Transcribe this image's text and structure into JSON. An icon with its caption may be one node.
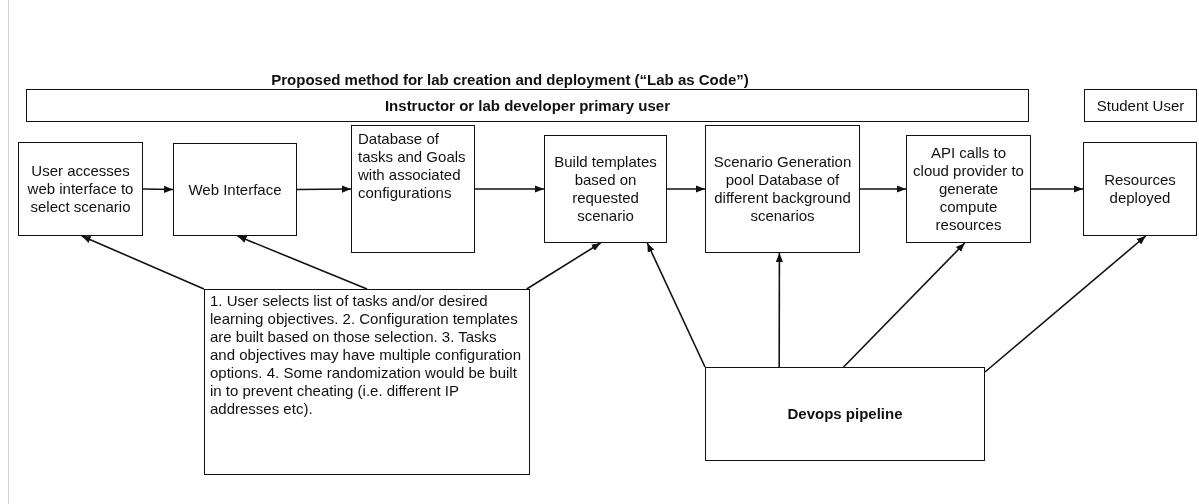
{
  "diagram": {
    "title": "Proposed method for lab creation and deployment (“Lab as Code”)",
    "nodes": [
      {
        "text": [
          "Instructor or lab developer primary user"
        ]
      },
      {
        "text": [
          "Student User"
        ]
      },
      {
        "text": [
          "User accesses web interface to select scenario"
        ]
      },
      {
        "text": [
          "Web Interface"
        ]
      },
      {
        "text": [
          "Database of tasks and Goals with associated configurations"
        ]
      },
      {
        "text": [
          "Build templates based on requested scenario"
        ]
      },
      {
        "text": [
          "Scenario Generation pool Database of different background scenarios"
        ]
      },
      {
        "text": [
          "API calls to cloud provider to generate compute resources"
        ]
      },
      {
        "text": [
          "Resources deployed"
        ]
      },
      {
        "text": [
          "1. User selects list of tasks and/or desired learning objectives. 2. Configuration templates are built based on those selection. 3. Tasks and objectives may have multiple configuration options. 4. Some randomization would be built in to prevent cheating (i.e. different IP addresses etc)."
        ]
      },
      {
        "text": [
          "Devops pipeline"
        ]
      }
    ],
    "edges": [
      {
        "from": 2,
        "to": 3,
        "arrow": "to"
      },
      {
        "from": 3,
        "to": 4,
        "arrow": "to"
      },
      {
        "from": 4,
        "to": 5,
        "arrow": "to"
      },
      {
        "from": 5,
        "to": 6,
        "arrow": "to"
      },
      {
        "from": 6,
        "to": 7,
        "arrow": "to"
      },
      {
        "from": 7,
        "to": 8,
        "arrow": "to"
      },
      {
        "from": 9,
        "to": 2,
        "arrow": "to"
      },
      {
        "from": 9,
        "to": 3,
        "arrow": "to"
      },
      {
        "from": 9,
        "to": 5,
        "arrow": "to"
      },
      {
        "from": 10,
        "to": 5,
        "arrow": "to"
      },
      {
        "from": 10,
        "to": 6,
        "arrow": "to"
      },
      {
        "from": 10,
        "to": 7,
        "arrow": "to"
      },
      {
        "from": 10,
        "to": 8,
        "arrow": "to"
      }
    ]
  }
}
